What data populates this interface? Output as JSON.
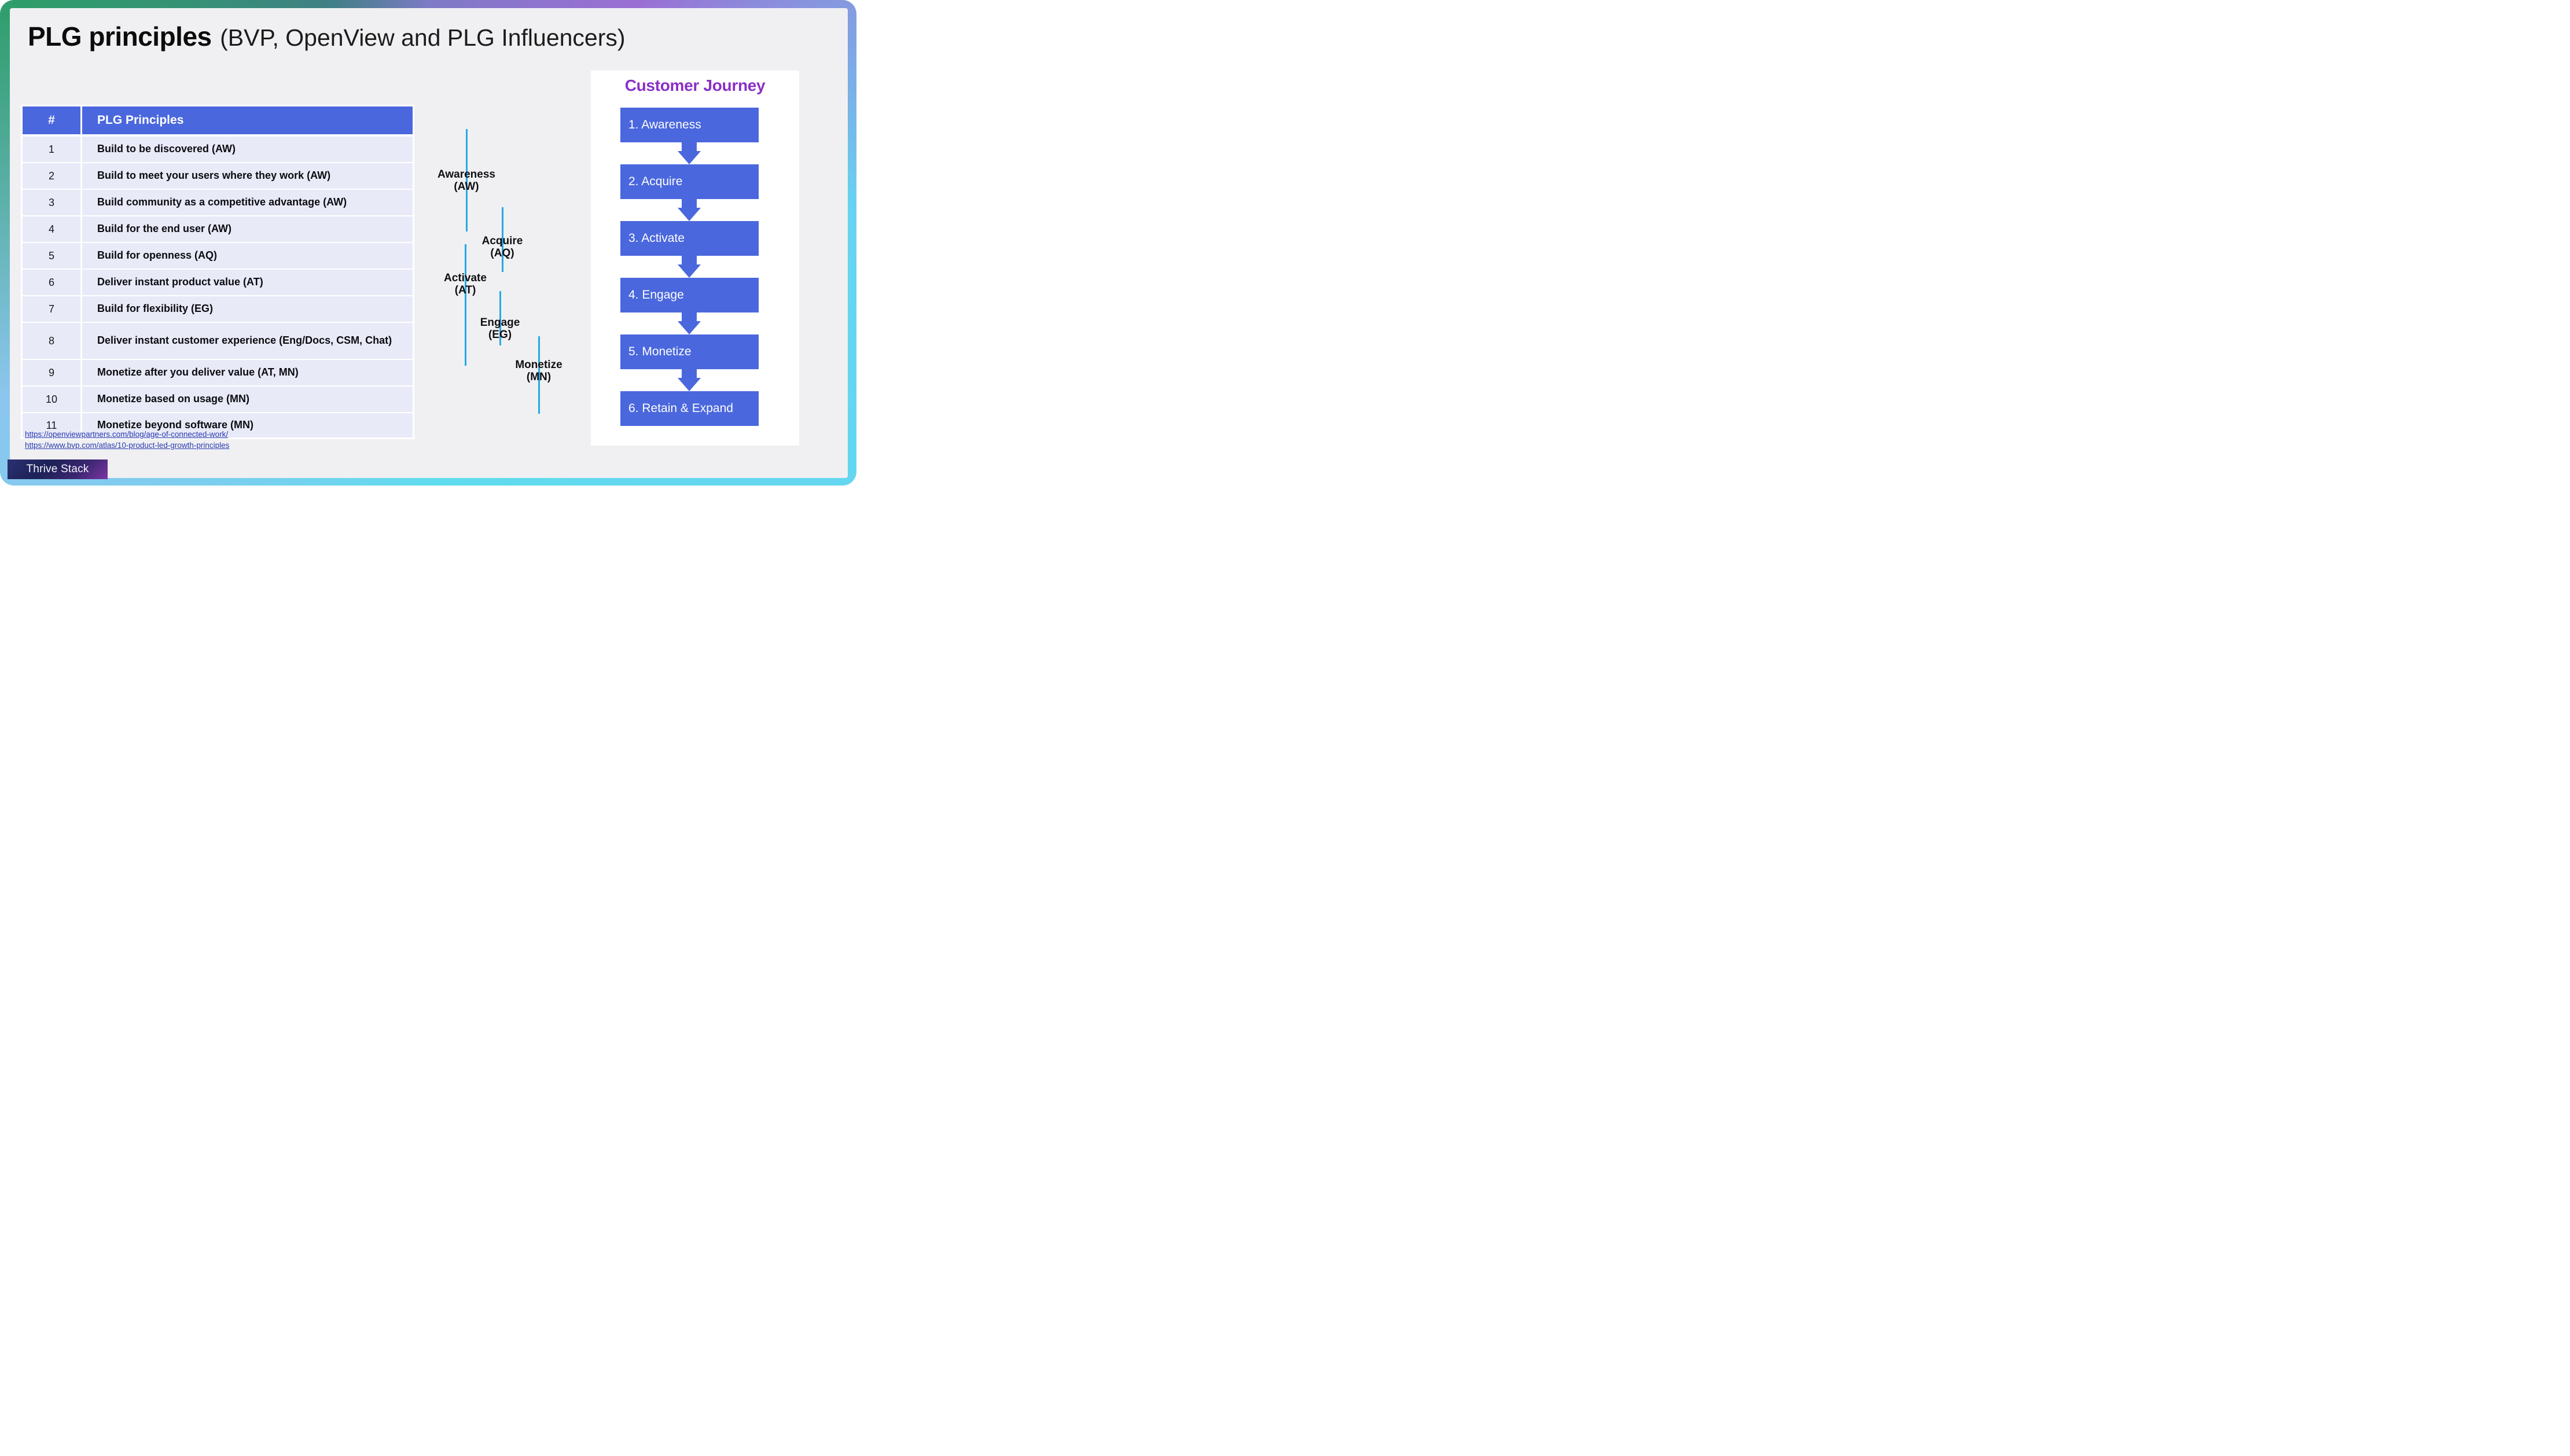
{
  "slide": {
    "title": "PLG principles",
    "subtitle": "(BVP, OpenView and PLG Influencers)",
    "colors": {
      "accent_blue": "#4a67dd",
      "stage_line_cyan": "#27a9e2",
      "journey_title_purple": "#8a2fc7",
      "link_blue": "#2a3cb0",
      "row_lavender": "#e8eaf8",
      "slide_background": "#f0f0f2",
      "border_gradient": [
        "#2f9d6b",
        "#7d7ac6",
        "#9a6fd4",
        "#68d3f0",
        "#5fdcee",
        "#8cc6ee"
      ]
    },
    "table": {
      "headers": {
        "num": "#",
        "title": "PLG Principles"
      },
      "rows": [
        {
          "num": "1",
          "text": "Build to be discovered (AW)"
        },
        {
          "num": "2",
          "text": "Build to meet your users where they work (AW)"
        },
        {
          "num": "3",
          "text": "Build community as a competitive advantage (AW)"
        },
        {
          "num": "4",
          "text": "Build for the end user (AW)"
        },
        {
          "num": "5",
          "text": "Build for openness (AQ)"
        },
        {
          "num": "6",
          "text": "Deliver instant product value (AT)"
        },
        {
          "num": "7",
          "text": "Build for flexibility (EG)"
        },
        {
          "num": "8",
          "text": "Deliver instant customer experience (Eng/Docs, CSM, Chat)"
        },
        {
          "num": "9",
          "text": "Monetize after you deliver value (AT, MN)"
        },
        {
          "num": "10",
          "text": "Monetize based on usage (MN)"
        },
        {
          "num": "11",
          "text": "Monetize beyond software (MN)"
        }
      ]
    },
    "stages": [
      {
        "label": "Awareness",
        "abbr": "(AW)"
      },
      {
        "label": "Acquire",
        "abbr": "(AQ)"
      },
      {
        "label": "Activate",
        "abbr": "(AT)"
      },
      {
        "label": "Engage",
        "abbr": "(EG)"
      },
      {
        "label": "Monetize",
        "abbr": "(MN)"
      }
    ],
    "journey": {
      "title": "Customer Journey",
      "steps": [
        "1. Awareness",
        "2. Acquire",
        "3. Activate",
        "4. Engage",
        "5. Monetize",
        "6. Retain & Expand"
      ]
    },
    "links": [
      {
        "url": "https://openviewpartners.com/blog/age-of-connected-work/"
      },
      {
        "url": "https://www.bvp.com/atlas/10-product-led-growth-principles"
      }
    ],
    "badge": "Thrive Stack"
  }
}
